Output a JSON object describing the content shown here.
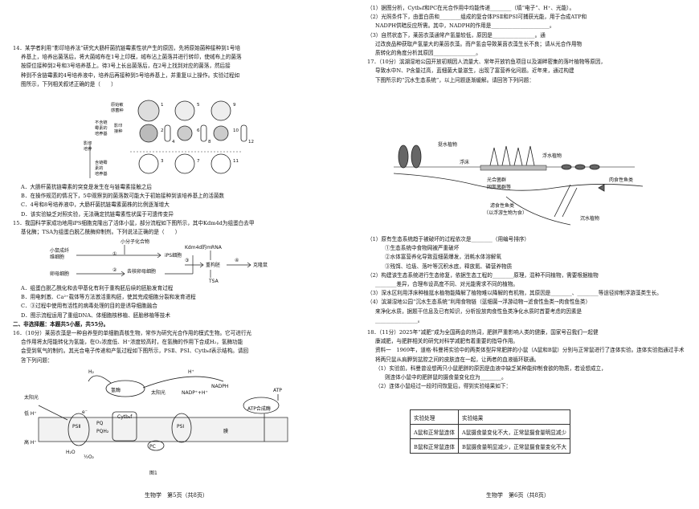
{
  "left": {
    "q14": {
      "stem": [
        "14．某学者利用“影印培养法”研究大肠杆菌抗链霉素性状产生的原因，先将原始菌种接种到1号培",
        "养基上，培养出菌落后，将大菌绒布在1号上印模，绒布沾上菌落并进行转印，使绒布上的菌落",
        "按原位接种到2号和3号培养基上。待3号上长出菌落后，在2号上找到对应的菌落，然后接",
        "种到不含链霉素的4号培养液中，培养后再接种到5号培养基上，并重复以上操作。实验过程如",
        "图所示，下列相关叙述正确的是（　　）"
      ],
      "fig_labels": {
        "orig": "原始敏",
        "orig2": "感菌种",
        "nostrep": "不含链",
        "nostrep2": "霉素的",
        "nostrep3": "培养基",
        "copy": "影印",
        "copy2": "接种",
        "culture": "影印",
        "culture2": "培养",
        "strep": "含链霉",
        "strep2": "素的",
        "strep3": "培养基",
        "nums": [
          "1",
          "2",
          "3",
          "4",
          "5",
          "6",
          "7",
          "8",
          "9",
          "10",
          "11",
          "12"
        ]
      },
      "options": [
        "A．大肠杆菌抗链霉素的突变是发生在与链霉素接触之后",
        "B．在操作规范的情况下，5中观察到的菌落数可能大于初始接种到该培养基上的活菌数",
        "C．4号和8号培养液中，大肠杆菌抗链霉素菌株的比例逐渐增大",
        "D．该实验缺乏对照实验，无法确定抗链霉素性状属于可遗传变异"
      ]
    },
    "q15": {
      "stem": [
        "15．我国科学家成功地用iPS细胞克隆出了活体小鼠，部分流程如下图所示，其中Kdm4d为组蛋白去甲",
        "基化酶；TSA为组蛋白脱乙酰酶抑制剂。下列说法正确的是（　　）"
      ],
      "fig": {
        "small": "小分子化合物",
        "mouse": "小鼠成纤",
        "mouse2": "维细胞",
        "ips": "iPS细胞",
        "egg": "卵母细胞",
        "c1": "①",
        "c2": "②",
        "c3": "③",
        "c4": "④",
        "remove": "去核卵母细胞",
        "kdm": "Kdm4d的mRNA",
        "emb": "重构胚",
        "tsa": "TSA",
        "clone": "克隆鼠"
      },
      "options": [
        "A．组蛋白脱乙酰化和去甲基化有利于重构胚后续的胚胎发育过程",
        "B．用电刺激、Ca²⁺载体等方法激活重构胚，使其完成细胞分裂和发育进程",
        "C．③过程中使用有活性的病毒处理的目的是诱导细胞融合",
        "D．图示流程运用了重组DNA、体细胞核移植、胚胎移植等技术"
      ]
    },
    "sec2": "二、非选择题：本题共5小题，共55分。",
    "q16": {
      "stem": [
        "16．（10分）莱茵衣藻是一种自养型的单细胞真核生物，常作为研究光合作用的模式生物。它可进行光",
        "合作用将太阳能转化为氢能，在O₂浓度低、H⁺浓度较高时，在氢酶的作用下合成H₂，氢酶功能",
        "会受到氧气的制约。其光合电子传递和产氢过程如下图所示，PSⅡ、PSⅠ、Cytb₆f表示结构。请回",
        "答下列问题："
      ],
      "fig": {
        "h2": "H₂",
        "hplus": "H⁺",
        "enzyme": "氢酶",
        "sun1": "太阳光",
        "sun2": "太阳光",
        "nadp": "NADP⁺+H⁺",
        "nadph": "NADPH",
        "atp": "ATP",
        "synth": "ATP合成酶",
        "psii": "PSⅡ",
        "psi": "PSⅠ",
        "cyt": "Cytb₆f",
        "pq": "PQ",
        "pqh": "PQH₂",
        "pc": "PC",
        "e": "e⁻",
        "low": "低 H⁺",
        "high": "高 H⁺",
        "h2o": "H₂O",
        "o2": "½O₂",
        "film": "膜",
        "caption": "图1"
      }
    },
    "footer": "生物学　第5页（共8页）"
  },
  "right": {
    "q16b": [
      "（1）据图分析，Cytb₆f和PC在光合作用中均能传递________（填“电子”、H⁺、光能）。",
      "（2）光照条件下，由蛋白质和________组成的复合体PSⅡ和PSⅠ可捕获光能，用于合成ATP和",
      "NADPH供暗反应所需。其中，NADPH的作用是______________________。",
      "（3）自然状态下，莱茵衣藻通常产氢量较低，原因是________________。通",
      "过改良品种获取产氢量大的莱茵衣藻。而产氢会导致莱茵衣藻生长不良；请从光合作用物",
      "质转化的角度分析其原因________________。"
    ],
    "q17": {
      "stem": [
        "17．（10分）滨湖湿地公园开放初期因人流量大、常年开放钓鱼项目以及湖畔密集的落叶植物等原因，",
        "导致水中N、P含量过高，蓝细菌大量滋生，出现了富营养化问题。近年来，通过构建",
        "下图所示的“沉水生态系统”，以上问题逐渐缓解。请回答下列问题："
      ],
      "fig": {
        "emerg": "挺水植物",
        "float": "浮水植物",
        "raft": "浮床",
        "photo": "光合菌群",
        "fixed": "固氮菌群等",
        "fish": "肉食性鱼类",
        "filter": "滤食性鱼类",
        "filter2": "（以浮游生物为食）",
        "sub": "沉水植物"
      },
      "subs": [
        "（1）原有生态系统趋于被破坏的过程依次是________（用编号排序）",
        "①生态系统中食物网被严重破坏",
        "②水体富营养化导致蓝细菌爆发，消耗水体溶解氧",
        "③残饵、垃圾、落叶等沉积水底，释放氮、磷营养物质",
        "（2）构建该生态系统进行生态修复，依据生态工程的________原理，混种不同植物，需要根据植物",
        "________差异，合理布设高度不同、对光能需求不同的植物。",
        "（3）深水区利用浮床种植挺水植物能降解了植物难以降解的有机物，其原因是________、________等途径抑制浮游藻类生长。",
        "（4）滨湖湿地公园“沉水生态系统”利用食物链（蓝细菌→浮游动物→滤食性鱼类→肉食性鱼类）",
        "来净化水质，据题干信息及已有知识，分析投放肉食性鱼类净化水质时首要考虑的因素是",
        "________________。"
      ]
    },
    "q18": {
      "stem": [
        "18．（11分）2025年“减肥”成为全国两会的热词，肥胖严重影响人类的健康，国家号召我们一起健",
        "康减肥，与肥胖相关的研究对科学减肥有着重要的指导作用。"
      ],
      "data1": "资料一　1969年，道格·科曼将实验中的两类体型异常肥胖的小鼠（A鼠和B鼠）分别与正常鼠进行了连体实验。连体实验指通过手术将两只鼠从肩胛到盆腔之间的皮肤连在一起，让两者的血液循环联通。",
      "subs": [
        "（1）实验前，科曼曾设想两只小鼠肥胖的原因是血液中缺乏某种能抑制食欲的物质，若设想成立，",
        "则连体小鼠中的肥胖鼠的摄食量变化应为________。",
        "（2）连体小鼠经过一段时间恢复后，得到实验结果如下："
      ],
      "table": {
        "h1": "实验处理",
        "h2": "实验结果",
        "rows": [
          [
            "A鼠和正常鼠连体",
            "A鼠摄食量变化不大，正常鼠摄食量明显减少"
          ],
          [
            "B鼠和正常鼠连体",
            "B鼠摄食量明显减少，正常鼠摄食量变化不大"
          ]
        ]
      }
    },
    "footer": "生物学　第6页（共8页）"
  }
}
